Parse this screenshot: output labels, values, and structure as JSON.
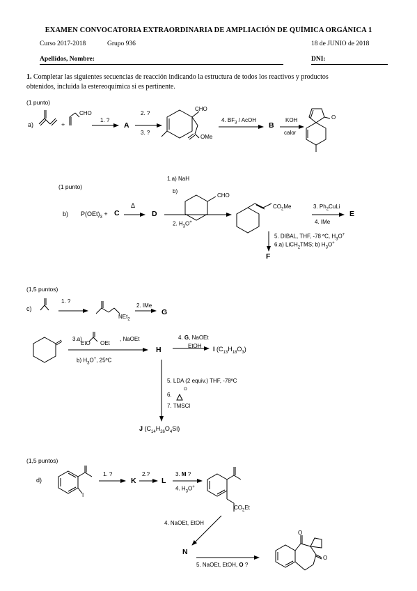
{
  "header": {
    "title": "EXAMEN CONVOCATORIA EXTRAORDINARIA DE AMPLIACIÓN DE QUÍMICA ORGÁNICA 1",
    "course": "Curso 2017-2018",
    "group": "Grupo 936",
    "date": "18 de JUNIO de 2018",
    "name_label": "Apellidos, Nombre:",
    "dni_label": "DNI:"
  },
  "question": {
    "number": "1.",
    "text_line1": "Completar las siguientes secuencias de reacción indicando la estructura de todos los reactivos y productos",
    "text_line2": "obtenidos, incluida la estereoquímica si es pertinente."
  },
  "part_a": {
    "points": "(1 punto)",
    "letter": "a)",
    "plus": "+",
    "cho": "CHO",
    "step1": "1. ?",
    "A": "A",
    "step2": "2. ?",
    "step3": "3. ?",
    "cho2": "CHO",
    "ome": "OMe",
    "step4": "4. BF",
    "step4_sub": "3",
    "step4_tail": " / AcOH",
    "B": "B",
    "koh": "KOH",
    "calor": "calor",
    "ketone_o": "O"
  },
  "part_b": {
    "points": "(1 punto)",
    "letter": "b)",
    "reagent_pre": "P(OEt)",
    "reagent_sub": "3",
    "reagent_post": " + ",
    "C": "C",
    "delta": "Δ",
    "D": "D",
    "step1a": "1.a) NaH",
    "step1b": "b)",
    "cho": "CHO",
    "step2": "2. H",
    "step2_sub": "3",
    "step2_sup": "+",
    "step2_o": "O",
    "co2me": "CO",
    "co2me_sub": "2",
    "co2me_tail": "Me",
    "step3": "3. Ph",
    "step3_sub": "2",
    "step3_tail": "CuLi",
    "step4": "4. IMe",
    "E": "E",
    "step5": "5. DIBAL, THF, -78 ºC, H",
    "step5_sub": "3",
    "step5_tail": "O",
    "step5_sup": "+",
    "step6": "6.a) LiCH",
    "step6_sub": "2",
    "step6_tail": "TMS; b) H",
    "step6_sub2": "3",
    "step6_end": "O",
    "step6_sup": "+",
    "F": "F"
  },
  "part_c": {
    "points": "(1,5 puntos)",
    "letter": "c)",
    "step1": "1. ?",
    "net": "NEt",
    "net_sub": "2",
    "step2": "2. IMe",
    "G": "G",
    "step3a": "3.a)",
    "eto": "EtO",
    "oet": "OEt",
    "naoet": ", NaOEt",
    "step3b": "b) H",
    "step3b_sub": "3",
    "step3b_tail": "O",
    "step3b_sup": "+",
    "step3b_end": ", 25ºC",
    "H": "H",
    "step4": "4. ",
    "step4_G": "G",
    "step4_tail": ", NaOEt",
    "etoh": "EtOH",
    "I": "I",
    "I_formula": " (C",
    "I_f1": "13",
    "I_f2": "H",
    "I_f3": "18",
    "I_f4": "O",
    "I_f5": "3",
    "I_f6": ")",
    "step5": "5. LDA (2 equiv.) THF, -78ºC",
    "step6": "6.",
    "step7": "7. TMSCl",
    "J": "J",
    "J_formula": " (C",
    "J_f1": "14",
    "J_f2": "H",
    "J_f3": "26",
    "J_f4": "O",
    "J_f5": "4",
    "J_f6": "Si)",
    "o_label": "O"
  },
  "part_d": {
    "points": "(1,5 puntos)",
    "letter": "d)",
    "iodo": "I",
    "step1": "1. ?",
    "K": "K",
    "step2": "2.?",
    "L": "L",
    "step3": "3. ",
    "M": "M",
    "step3_tail": " ?",
    "step4": "4. H",
    "step4_sub": "3",
    "step4_tail": "O",
    "step4_sup": "+",
    "co2et": "CO",
    "co2et_sub": "2",
    "co2et_tail": "Et",
    "step4b": "4. NaOEt, EtOH",
    "N": "N",
    "step5": "5. NaOEt, EtOH, ",
    "O_letter": "O",
    "step5_tail": " ?",
    "o1": "O",
    "o2": "O"
  }
}
